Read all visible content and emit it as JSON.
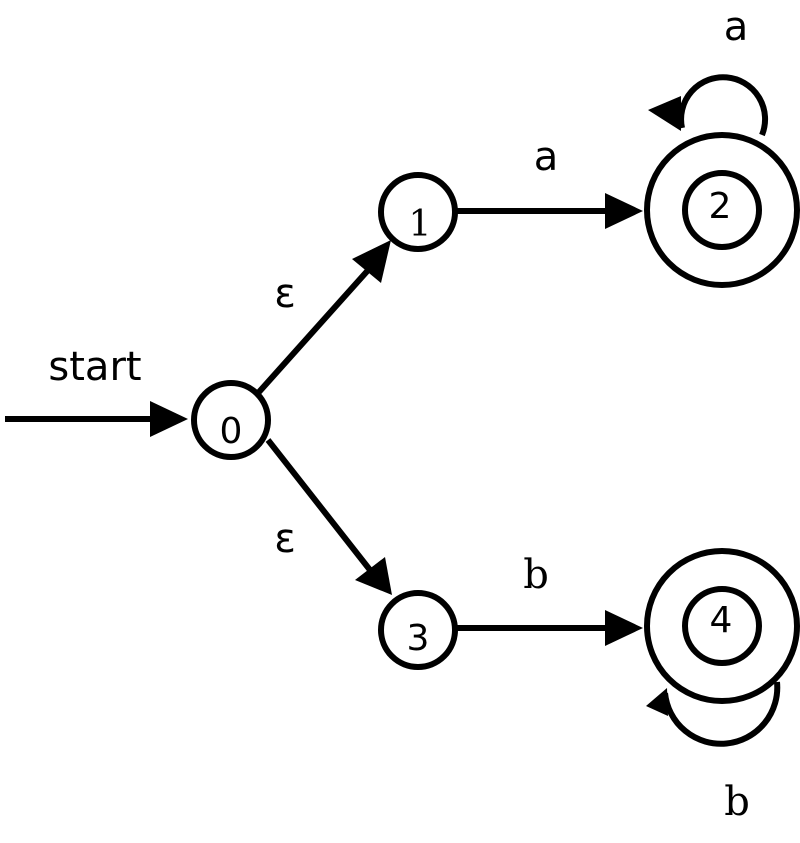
{
  "diagram": {
    "type": "nfa",
    "start_label": "start",
    "start_state": "0",
    "states": [
      {
        "id": "0",
        "label": "0",
        "accepting": false
      },
      {
        "id": "1",
        "label": "1",
        "accepting": false
      },
      {
        "id": "2",
        "label": "2",
        "accepting": true
      },
      {
        "id": "3",
        "label": "3",
        "accepting": false
      },
      {
        "id": "4",
        "label": "4",
        "accepting": true
      }
    ],
    "transitions": [
      {
        "from": "0",
        "to": "1",
        "label": "ε"
      },
      {
        "from": "0",
        "to": "3",
        "label": "ε"
      },
      {
        "from": "1",
        "to": "2",
        "label": "a"
      },
      {
        "from": "2",
        "to": "2",
        "label": "a"
      },
      {
        "from": "3",
        "to": "4",
        "label": "b"
      },
      {
        "from": "4",
        "to": "4",
        "label": "b"
      }
    ],
    "colors": {
      "stroke": "#000000",
      "background": "#ffffff"
    }
  }
}
